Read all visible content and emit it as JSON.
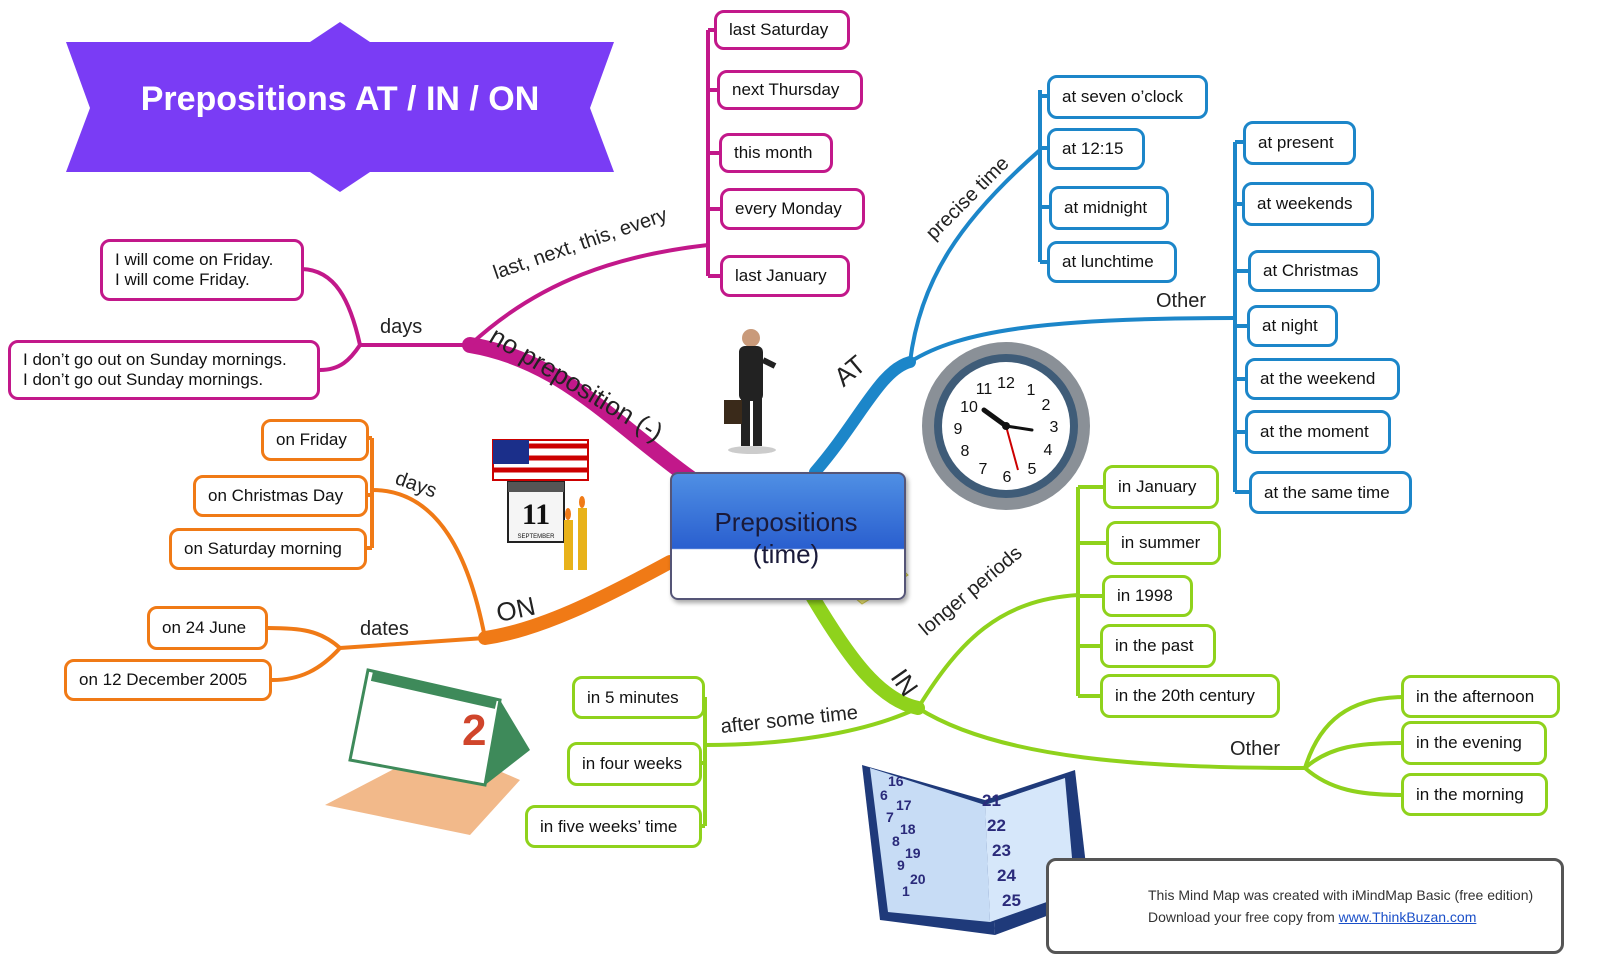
{
  "title": "Prepositions AT / IN / ON",
  "center": {
    "line1": "Prepositions",
    "line2": "(time)"
  },
  "branches": {
    "no_preposition": {
      "label": "no preposition (-)",
      "sub_last": "last, next, this, every",
      "sub_days": "days",
      "examples_last": [
        "last Saturday",
        "next Thursday",
        "this month",
        "every Monday",
        "last January"
      ],
      "examples_days": [
        [
          "I will come on Friday.",
          "I will come Friday."
        ],
        [
          "I don’t go out on Sunday mornings.",
          "I don’t go out Sunday mornings."
        ]
      ]
    },
    "at": {
      "label": "AT",
      "sub_precise": "precise time",
      "sub_other": "Other",
      "precise": [
        "at seven o’clock",
        "at 12:15",
        "at midnight",
        "at lunchtime"
      ],
      "other": [
        "at present",
        "at weekends",
        "at Christmas",
        "at night",
        "at the weekend",
        "at the moment",
        "at the same time"
      ]
    },
    "on": {
      "label": "ON",
      "sub_days": "days",
      "sub_dates": "dates",
      "days": [
        "on Friday",
        "on Christmas Day",
        "on Saturday morning"
      ],
      "dates": [
        "on 24 June",
        "on 12 December 2005"
      ]
    },
    "in": {
      "label": "IN",
      "sub_longer": "longer periods",
      "sub_after": "after some time",
      "sub_other": "Other",
      "longer": [
        "in January",
        "in summer",
        "in 1998",
        "in the past",
        "in the 20th century"
      ],
      "after": [
        "in 5 minutes",
        "in four weeks",
        "in five weeks’ time"
      ],
      "other": [
        "in the afternoon",
        "in the evening",
        "in the morning"
      ]
    }
  },
  "illustrations": {
    "calendar_day": "11",
    "calendar_month": "SEPTEMBER",
    "desk_calendar_day": "2",
    "diary_left": [
      "16",
      "6",
      "17",
      "7",
      "18",
      "8",
      "19",
      "9",
      "20",
      "1"
    ],
    "diary_right": [
      "21",
      "22",
      "23",
      "24",
      "25"
    ],
    "clock_numbers": [
      "12",
      "1",
      "2",
      "3",
      "4",
      "5",
      "6",
      "7",
      "8",
      "9",
      "10",
      "11"
    ]
  },
  "credit": {
    "line1": "This Mind Map was created with iMindMap Basic (free edition)",
    "line2_prefix": "Download your free copy from ",
    "link": "www.ThinkBuzan.com"
  },
  "colors": {
    "magenta": "#c2188a",
    "blue": "#1c86c9",
    "orange": "#f07a16",
    "green": "#8fd21c",
    "banner": "#7a3cf5"
  }
}
